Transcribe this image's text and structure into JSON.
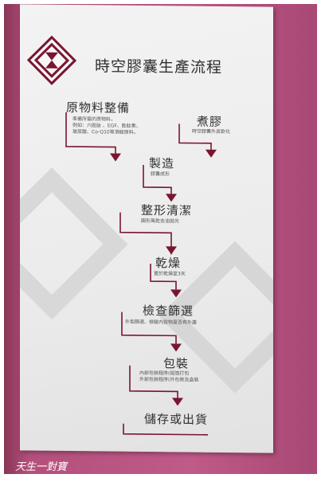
{
  "image": {
    "subject": "photo-of-display-board",
    "wall_color": "#b1507a",
    "board_color": "#eeeeee",
    "accent_color": "#7a1530"
  },
  "board": {
    "title": "時空膠囊生產流程",
    "steps": [
      {
        "title": "原物料整備",
        "note_lines": [
          "準備所需的原物料，",
          "例如：六胜肽 、EGF、胜肽素、",
          "玻尿酸、Co-Q10等頂級原料。"
        ]
      },
      {
        "title": "煮膠",
        "note_lines": [
          "時空膠囊外皮軟化"
        ]
      },
      {
        "title": "製造",
        "note_lines": [
          "膠囊成形"
        ]
      },
      {
        "title": "整形清潔",
        "note_lines": [
          "圓形風乾去油拋光"
        ]
      },
      {
        "title": "乾燥",
        "note_lines": [
          "置於乾燥室3天"
        ]
      },
      {
        "title": "檢查篩選",
        "note_lines": [
          "外型篩選、檢驗內容物是否有外露"
        ]
      },
      {
        "title": "包裝",
        "note_lines": [
          "內部包裝程序(鋁箔打包",
          "外部包裝程序(外包裝及盒裝"
        ]
      },
      {
        "title": "儲存或出貨",
        "note_lines": []
      }
    ]
  },
  "watermark": "天生一對寶"
}
